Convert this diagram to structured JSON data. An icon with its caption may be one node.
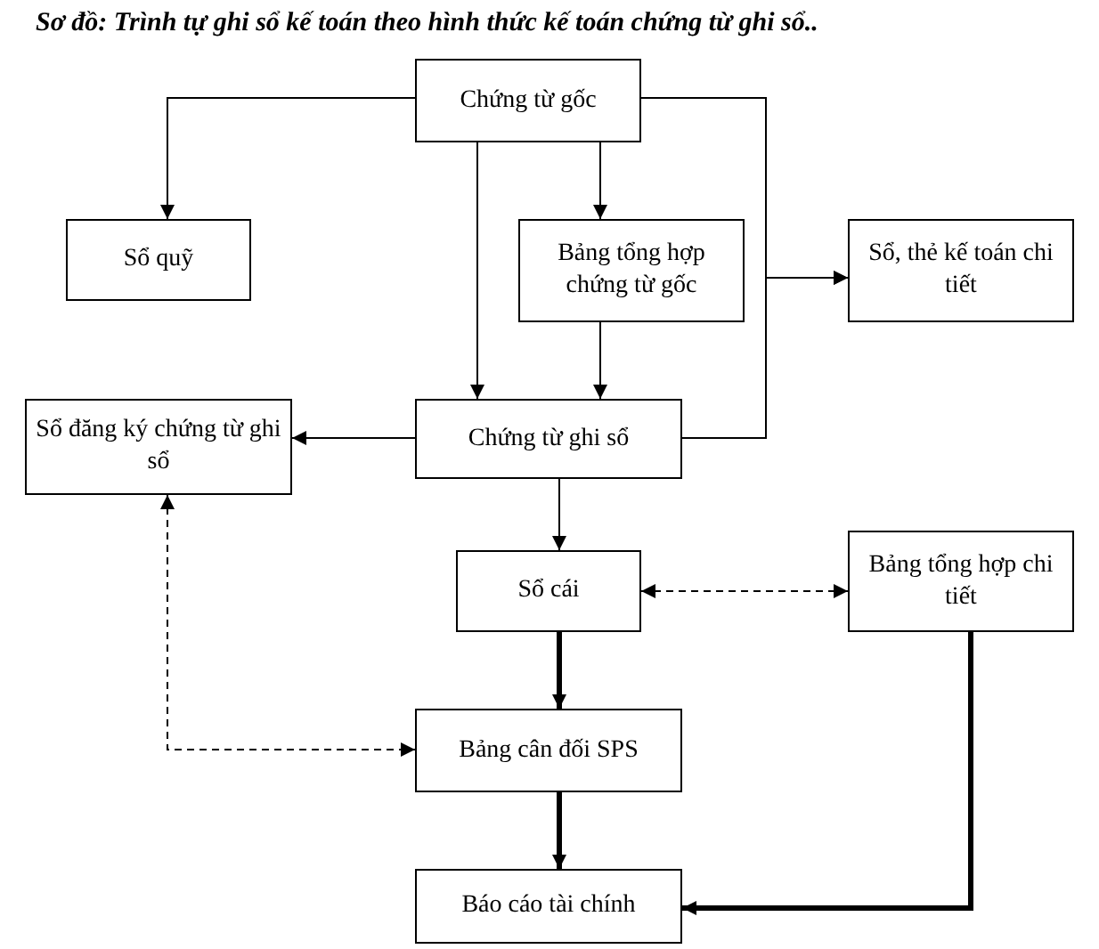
{
  "diagram": {
    "title": "Sơ đồ: Trình tự ghi sổ kế toán theo hình thức kế toán chứng từ ghi sổ..",
    "nodes": [
      {
        "text": [
          "Chứng từ gốc"
        ]
      },
      {
        "text": [
          "Sổ quỹ"
        ]
      },
      {
        "text": [
          "Bảng tổng hợp chứng từ gốc"
        ]
      },
      {
        "text": [
          "Sổ, thẻ kế toán chi tiết"
        ]
      },
      {
        "text": [
          "Sổ đăng ký chứng từ ghi sổ"
        ]
      },
      {
        "text": [
          "Chứng từ ghi sổ"
        ]
      },
      {
        "text": [
          "Sổ cái"
        ]
      },
      {
        "text": [
          "Bảng tổng hợp chi tiết"
        ]
      },
      {
        "text": [
          "Bảng cân đối SPS"
        ]
      },
      {
        "text": [
          "Báo cáo tài chính"
        ]
      }
    ],
    "edges": [
      {
        "from": 0,
        "to": 1,
        "arrow": "to"
      },
      {
        "from": 0,
        "to": 2,
        "arrow": "to"
      },
      {
        "from": 0,
        "to": 5,
        "arrow": "to"
      },
      {
        "from": 0,
        "to": 3,
        "arrow": "to"
      },
      {
        "from": 5,
        "to": 3,
        "arrow": "to"
      },
      {
        "from": 2,
        "to": 5,
        "arrow": "to"
      },
      {
        "from": 5,
        "to": 4,
        "arrow": "to"
      },
      {
        "from": 5,
        "to": 6,
        "arrow": "to"
      },
      {
        "from": 6,
        "to": 7,
        "arrow": "both",
        "style": "dashed"
      },
      {
        "from": 6,
        "to": 8,
        "arrow": "to",
        "style": "thick"
      },
      {
        "from": 4,
        "to": 8,
        "arrow": "both",
        "style": "dashed"
      },
      {
        "from": 8,
        "to": 9,
        "arrow": "to",
        "style": "thick"
      },
      {
        "from": 7,
        "to": 9,
        "arrow": "to",
        "style": "thick"
      }
    ]
  }
}
